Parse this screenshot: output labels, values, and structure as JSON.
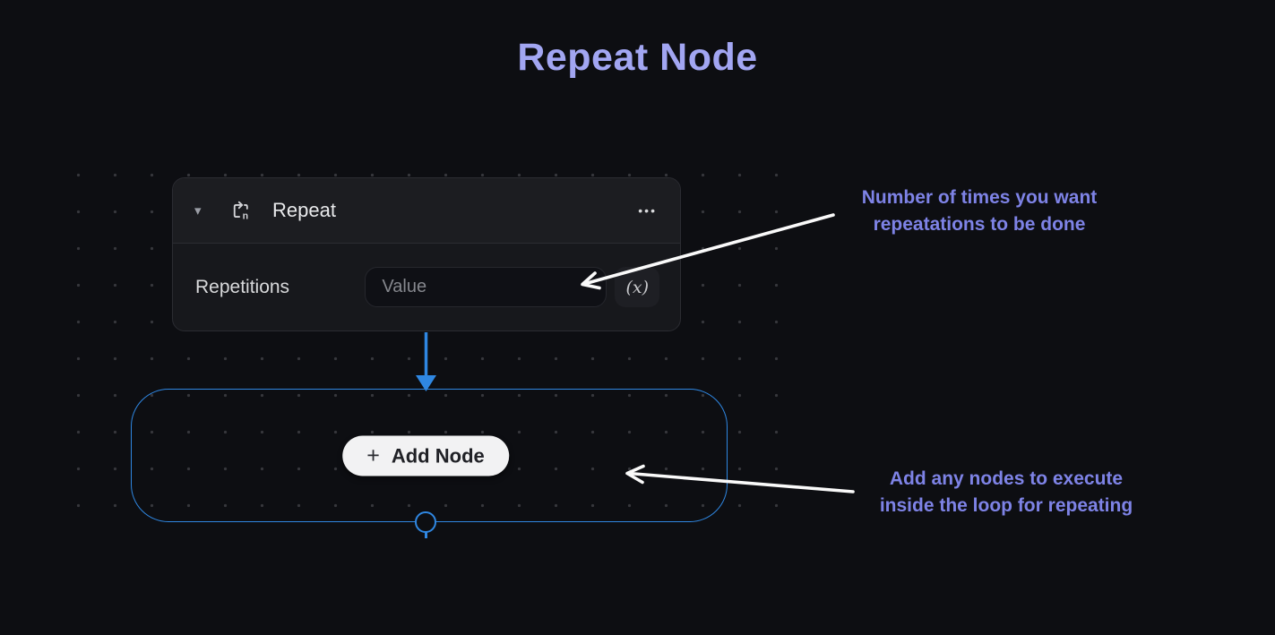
{
  "page": {
    "title": "Repeat Node"
  },
  "icons": {
    "collapse_caret": "▾",
    "menu_dots": "•••",
    "plus": "+",
    "repeat_icon_letter": "n"
  },
  "node": {
    "title": "Repeat",
    "fields": {
      "repetitions": {
        "label": "Repetitions",
        "value": "",
        "placeholder": "Value",
        "formula_button": "(x)"
      }
    }
  },
  "loop": {
    "add_node_button": {
      "label": "Add Node"
    }
  },
  "annotations": {
    "repetitions": {
      "line1": "Number of times you want",
      "line2": "repeatations to be done"
    },
    "loop_body": {
      "line1": "Add any nodes to execute",
      "line2": "inside the loop for repeating"
    }
  },
  "colors": {
    "background": "#0d0e12",
    "dot_grid": "#36373c",
    "accent_blue": "#2f87e2",
    "title_purple": "#a2a6f2",
    "annotation_purple": "#7e83e6",
    "card_bg": "#17181c",
    "card_header_bg": "#1c1d21",
    "card_border": "#2b2c32",
    "input_bg": "#0f1015",
    "placeholder_text": "#85878d",
    "add_button_bg": "#f2f2f3",
    "add_button_text": "#202126",
    "arrow_white": "#fafafa"
  }
}
